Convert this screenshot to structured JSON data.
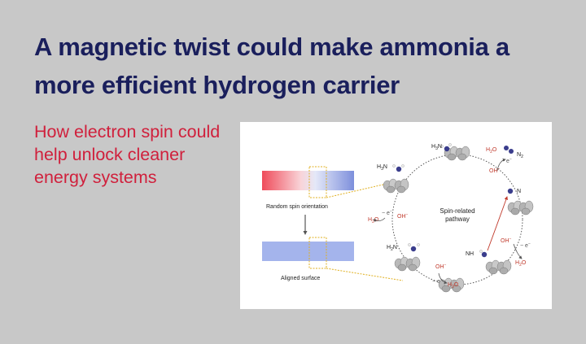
{
  "article": {
    "title": "A magnetic twist could make ammonia a more efficient hydrogen carrier",
    "subtitle": "How electron spin could help unlock cleaner energy systems"
  },
  "diagram": {
    "random_label": "Random spin orientation",
    "aligned_label": "Aligned surface",
    "center_label_1": "Spin-related",
    "center_label_2": "pathway",
    "species": {
      "h3n": "H",
      "h3n_sub": "3",
      "n_suffix": "N",
      "h2n": "H",
      "h2n_sub": "2",
      "nh": "NH",
      "n": "N",
      "n2": "N",
      "n2_sub": "2",
      "h2o": "H",
      "h2o_sub": "2",
      "h2o_o": "O",
      "oh": "OH",
      "oh_sup": "−",
      "electron": "− e",
      "electron_sup": "−"
    },
    "colors": {
      "gradient_left": "#ef4b5a",
      "gradient_right": "#7d8fdc",
      "aligned_fill": "#a4b4ec",
      "highlight": "#e0b020",
      "accent_red": "#c0392b",
      "molecule_n": "#3a3d8c"
    }
  }
}
